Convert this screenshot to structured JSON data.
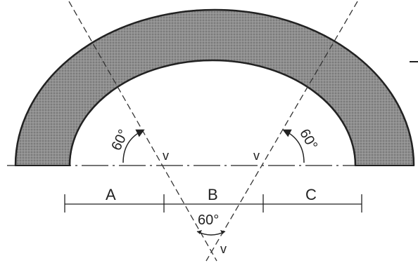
{
  "labels": {
    "seg_a": "A",
    "seg_b": "B",
    "seg_c": "C",
    "angle_left": "60°",
    "angle_right": "60°",
    "angle_bottom": "60°",
    "vertex_left": "v",
    "vertex_right": "v",
    "vertex_bottom": "v"
  },
  "colors": {
    "arch_fill": "#8f8f8f",
    "line": "#222222",
    "background": "#ffffff"
  }
}
